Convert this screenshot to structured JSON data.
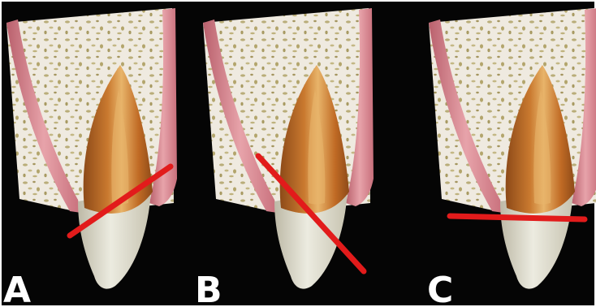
{
  "panels": [
    {
      "label": "A"
    },
    {
      "label": "B"
    },
    {
      "label": "C"
    }
  ],
  "colors": {
    "background": "#050505",
    "frame": "#ffffff",
    "bone": "#efeae0",
    "bone_spots": "#b9ad79",
    "gingiva": "#d98f98",
    "gingiva_dark": "#b9606c",
    "root": "#c9792f",
    "root_dark": "#8d4a18",
    "root_highlight": "#e8b46a",
    "enamel": "#e4e3d6",
    "cut_line": "#e21b1b"
  }
}
